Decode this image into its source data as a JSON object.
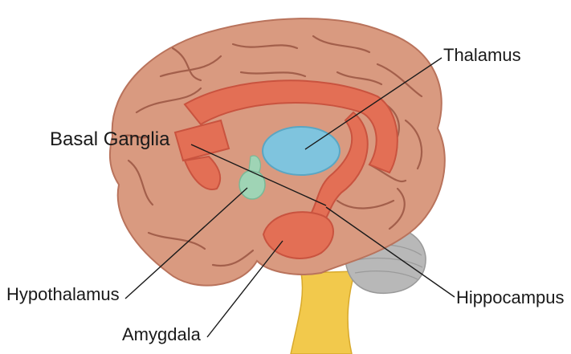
{
  "labels": {
    "thalamus": "Thalamus",
    "basal_ganglia": "Basal Ganglia",
    "hypothalamus": "Hypothalamus",
    "hippocampus": "Hippocampus",
    "amygdala": "Amygdala"
  },
  "colors": {
    "cortex": "#d99a80",
    "cortex_shadow": "#b9735c",
    "sulcus": "#a35f4b",
    "limbic_orange": "#e36f55",
    "limbic_dark": "#c9533f",
    "thalamus_blue": "#7fc4de",
    "hypothalamus_green": "#9fd4b5",
    "cerebellum_gray": "#b8b8b8",
    "brainstem_yellow": "#f2c94c",
    "leader_line": "#1a1a1a"
  }
}
